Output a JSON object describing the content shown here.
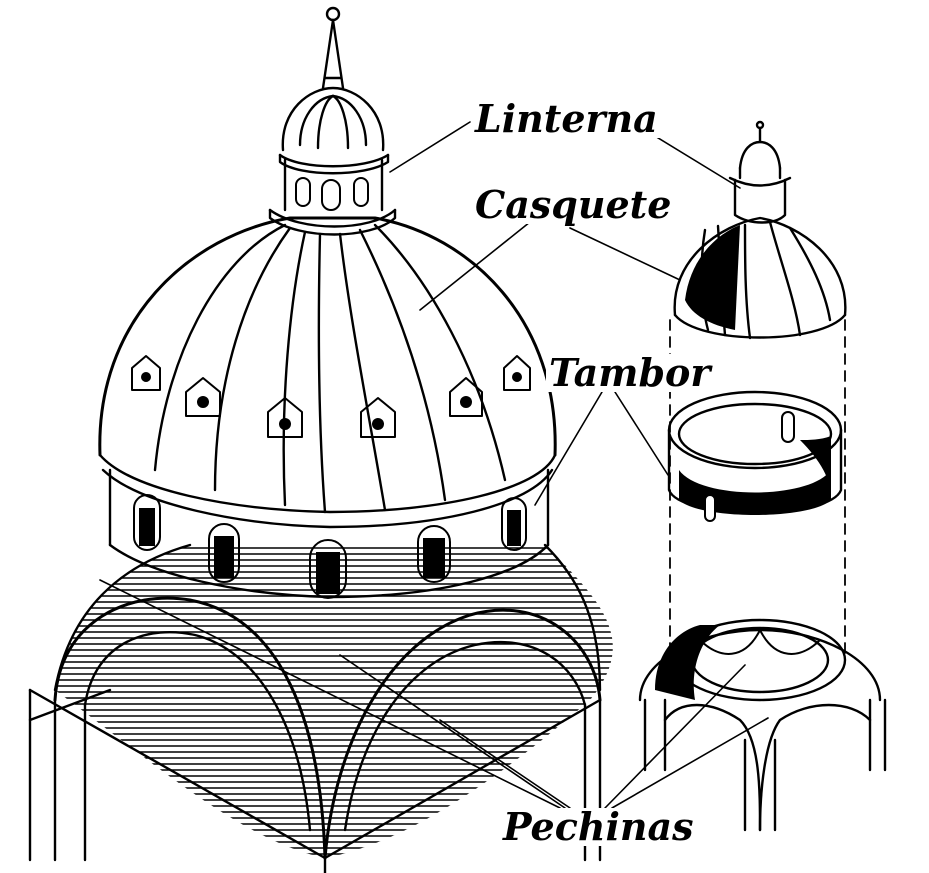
{
  "labels": {
    "linterna": "Linterna",
    "casquete": "Casquete",
    "tambor": "Tambor",
    "pechinas": "Pechinas"
  },
  "colors": {
    "ink": "#000000",
    "paper": "#ffffff"
  }
}
